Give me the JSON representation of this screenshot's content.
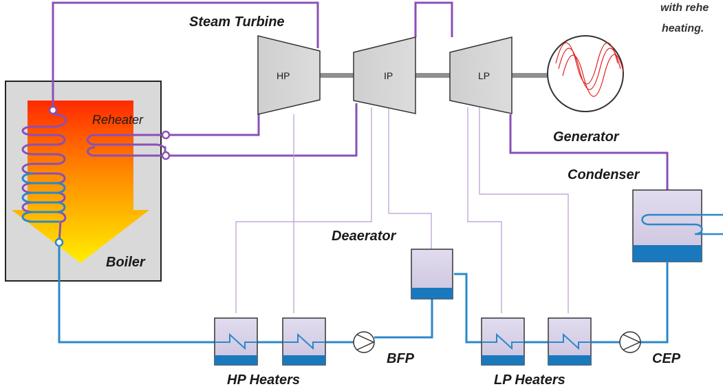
{
  "title": "Steam Turbine",
  "caption": {
    "line1": "with rehe",
    "line2": "heating."
  },
  "components": {
    "boiler": "Boiler",
    "reheater": "Reheater",
    "hp": "HP",
    "ip": "IP",
    "lp": "LP",
    "generator": "Generator",
    "condenser": "Condenser",
    "deaerator": "Deaerator",
    "bfp": "BFP",
    "cep": "CEP",
    "hp_heaters": "HP Heaters",
    "lp_heaters": "LP Heaters"
  },
  "colors": {
    "steam_line": "#8a4fb8",
    "water_line": "#2a88c8",
    "extraction_line": "#b89ad0",
    "turbine_fill": "#d4d4d4",
    "vessel_fill": "#d4cde6",
    "water_fill": "#1a78bd",
    "boiler_panel": "#d9d9d9",
    "flame_top": "#ff2a00",
    "flame_bottom": "#ffe400",
    "generator_wave": "#e02020"
  }
}
